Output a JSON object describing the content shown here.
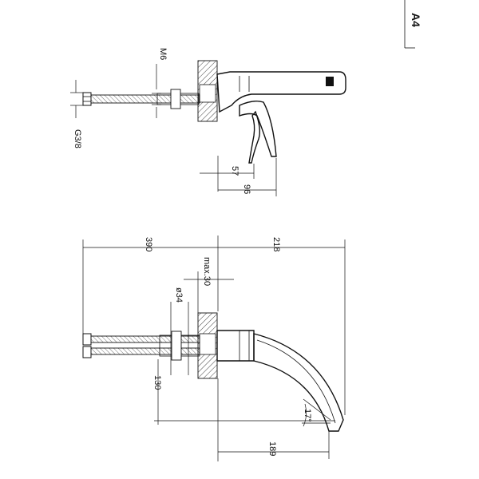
{
  "sheet_label": "A4",
  "top_view": {
    "thread_label": "M6",
    "hose_label": "G3/8",
    "dim_57": "57",
    "dim_96": "96"
  },
  "side_view": {
    "dim_390": "390",
    "dim_218": "218",
    "dim_max30": "max.30",
    "dim_dia34": "ø34",
    "dim_130": "130",
    "dim_189": "189",
    "angle_label": "17°"
  }
}
